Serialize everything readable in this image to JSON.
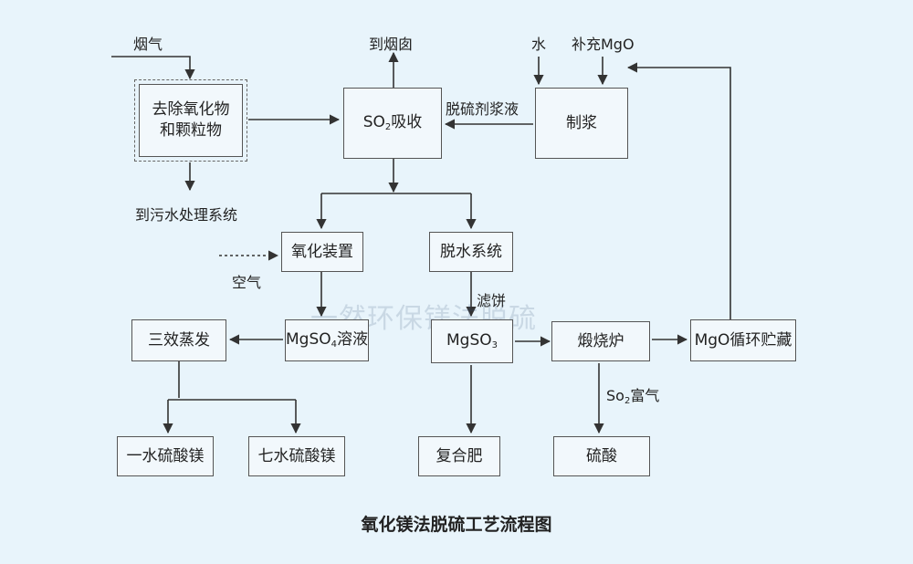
{
  "diagram": {
    "title": "氧化镁法脱硫工艺流程图",
    "watermark": "一然环保镁法脱硫",
    "nodes": {
      "remove_nox": {
        "line1": "去除氧化物",
        "line2": "和颗粒物"
      },
      "so2_absorb": {
        "prefix": "SO",
        "sub": "2",
        "suffix": "吸收"
      },
      "slurry_prep": {
        "label": "制浆"
      },
      "oxidation": {
        "label": "氧化装置"
      },
      "dewater": {
        "label": "脱水系统"
      },
      "evaporation": {
        "label": "三效蒸发"
      },
      "mgso4_solution": {
        "prefix": "MgSO",
        "sub": "4",
        "suffix": "溶液"
      },
      "mgso3": {
        "prefix": "MgSO",
        "sub": "3",
        "suffix": ""
      },
      "calciner": {
        "label": "煅烧炉"
      },
      "mgo_storage": {
        "label": "MgO循环贮藏"
      },
      "mono_sulfate": {
        "label": "一水硫酸镁"
      },
      "hepta_sulfate": {
        "label": "七水硫酸镁"
      },
      "compound_fert": {
        "label": "复合肥"
      },
      "sulfuric_acid": {
        "label": "硫酸"
      }
    },
    "labels": {
      "flue_gas": "烟气",
      "to_chimney": "到烟囱",
      "water": "水",
      "add_mgo": "补充MgO",
      "desulf_slurry": "脱硫剂浆液",
      "to_wastewater": "到污水处理系统",
      "air": "空气",
      "filter_cake": "滤饼",
      "so2_rich_prefix": "So",
      "so2_rich_sub": "2",
      "so2_rich_suffix": "富气"
    }
  },
  "colors": {
    "background": "#e8f4fb",
    "box_fill": "#f2f8fc",
    "line": "#333333"
  }
}
